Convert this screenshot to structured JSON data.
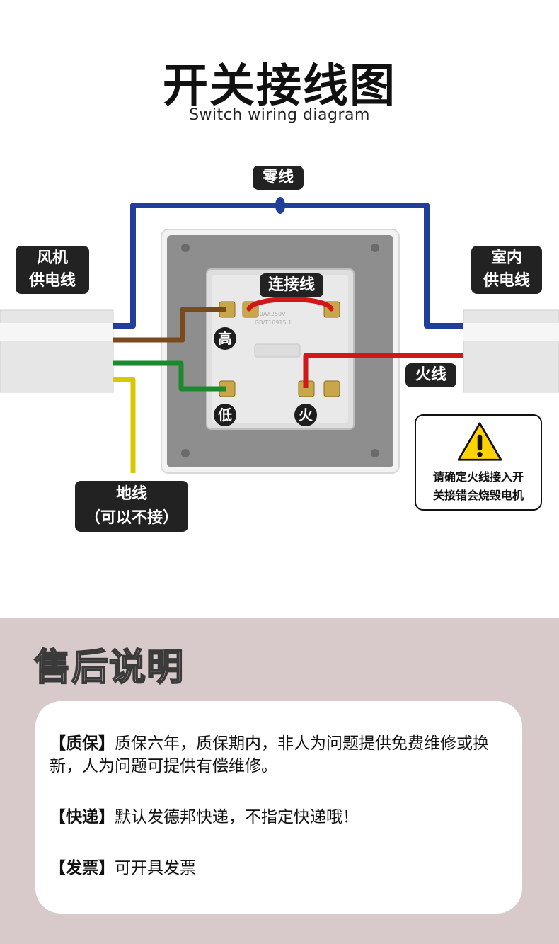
{
  "header": {
    "title": "开关接线图",
    "subtitle": "Switch wiring diagram"
  },
  "labels": {
    "neutral": "零线",
    "fan_supply_line1": "风机",
    "fan_supply_line2": "供电线",
    "indoor_supply_line1": "室内",
    "indoor_supply_line2": "供电线",
    "bridge": "连接线",
    "live": "火线",
    "ground_line1": "地线",
    "ground_line2": "（可以不接）",
    "terminal_high": "高",
    "terminal_low": "低",
    "terminal_live": "火"
  },
  "warning": {
    "line1": "请确定火线接入开",
    "line2": "关接错会烧毁电机"
  },
  "after_sales": {
    "title": "售后说明",
    "items": [
      {
        "head": "【质保】",
        "text": "质保六年，质保期内，非人为问题提供免费维修或换新，人为问题可提供有偿维修。"
      },
      {
        "head": "【快递】",
        "text": "默认发德邦快递，不指定快递哦！"
      },
      {
        "head": "【发票】",
        "text": "可开具发票"
      }
    ]
  },
  "colors": {
    "neutral_wire": "#1f3f9a",
    "brown_wire": "#7a4a1c",
    "green_wire": "#1c8a2c",
    "yellow_wire": "#d8c800",
    "red_wire": "#d01818",
    "after_sales_bg": "#d8cacb"
  }
}
